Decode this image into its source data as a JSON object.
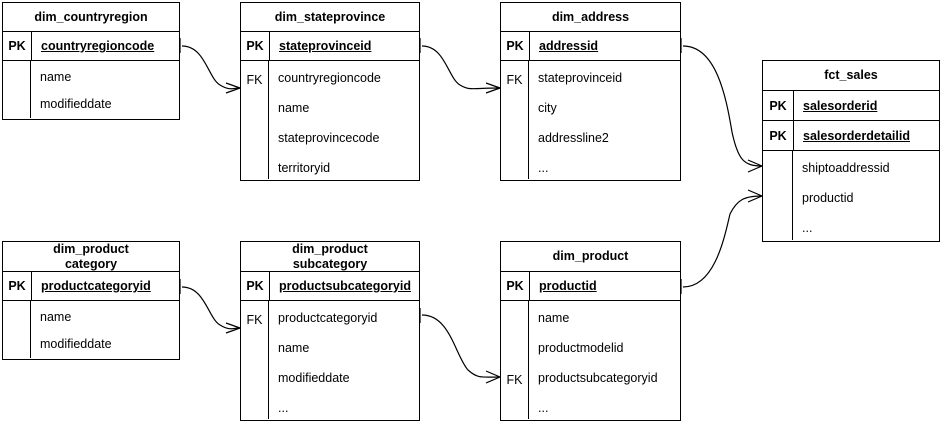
{
  "diagram": {
    "type": "entity-relationship-diagram",
    "notation": "crow-foot",
    "background_color": "#ffffff",
    "line_color": "#000000",
    "text_color": "#000000"
  },
  "entities": [
    {
      "id": "dim_countryregion",
      "title_lines": [
        "dim_countryregion"
      ],
      "key_rows": [
        {
          "key": "PK",
          "attribute": "countryregioncode"
        }
      ],
      "body_rows": [
        {
          "key": "",
          "attribute": "name"
        },
        {
          "key": "",
          "attribute": "modifieddate"
        }
      ]
    },
    {
      "id": "dim_stateprovince",
      "title_lines": [
        "dim_stateprovince"
      ],
      "key_rows": [
        {
          "key": "PK",
          "attribute": "stateprovinceid"
        }
      ],
      "body_rows": [
        {
          "key": "FK",
          "attribute": "countryregioncode"
        },
        {
          "key": "",
          "attribute": "name"
        },
        {
          "key": "",
          "attribute": "stateprovincecode"
        },
        {
          "key": "",
          "attribute": "territoryid"
        }
      ]
    },
    {
      "id": "dim_address",
      "title_lines": [
        "dim_address"
      ],
      "key_rows": [
        {
          "key": "PK",
          "attribute": "addressid"
        }
      ],
      "body_rows": [
        {
          "key": "FK",
          "attribute": "stateprovinceid"
        },
        {
          "key": "",
          "attribute": "city"
        },
        {
          "key": "",
          "attribute": "addressline2"
        },
        {
          "key": "",
          "attribute": "..."
        }
      ]
    },
    {
      "id": "fct_sales",
      "title_lines": [
        "fct_sales"
      ],
      "key_rows": [
        {
          "key": "PK",
          "attribute": "salesorderid"
        },
        {
          "key": "PK",
          "attribute": "salesorderdetailid"
        }
      ],
      "body_rows": [
        {
          "key": "",
          "attribute": "shiptoaddressid"
        },
        {
          "key": "",
          "attribute": "productid"
        },
        {
          "key": "",
          "attribute": "..."
        }
      ]
    },
    {
      "id": "dim_productcategory",
      "title_lines": [
        "dim_product",
        "category"
      ],
      "key_rows": [
        {
          "key": "PK",
          "attribute": "productcategoryid"
        }
      ],
      "body_rows": [
        {
          "key": "",
          "attribute": "name"
        },
        {
          "key": "",
          "attribute": "modifieddate"
        }
      ]
    },
    {
      "id": "dim_productsubcategory",
      "title_lines": [
        "dim_product",
        "subcategory"
      ],
      "key_rows": [
        {
          "key": "PK",
          "attribute": "productsubcategoryid"
        }
      ],
      "body_rows": [
        {
          "key": "FK",
          "attribute": "productcategoryid"
        },
        {
          "key": "",
          "attribute": "name"
        },
        {
          "key": "",
          "attribute": "modifieddate"
        },
        {
          "key": "",
          "attribute": "..."
        }
      ]
    },
    {
      "id": "dim_product",
      "title_lines": [
        "dim_product"
      ],
      "key_rows": [
        {
          "key": "PK",
          "attribute": "productid"
        }
      ],
      "body_rows": [
        {
          "key": "",
          "attribute": "name"
        },
        {
          "key": "",
          "attribute": "productmodelid"
        },
        {
          "key": "FK",
          "attribute": "productsubcategoryid"
        },
        {
          "key": "",
          "attribute": "..."
        }
      ]
    }
  ],
  "relationships": [
    {
      "from": "dim_countryregion.countryregioncode",
      "to": "dim_stateprovince.countryregioncode",
      "from_cardinality": "one",
      "to_cardinality": "many"
    },
    {
      "from": "dim_stateprovince.stateprovinceid",
      "to": "dim_address.stateprovinceid",
      "from_cardinality": "one",
      "to_cardinality": "many"
    },
    {
      "from": "dim_address.addressid",
      "to": "fct_sales.shiptoaddressid",
      "from_cardinality": "one",
      "to_cardinality": "many"
    },
    {
      "from": "dim_product.productid",
      "to": "fct_sales.productid",
      "from_cardinality": "one",
      "to_cardinality": "many"
    },
    {
      "from": "dim_productcategory.productcategoryid",
      "to": "dim_productsubcategory.productcategoryid",
      "from_cardinality": "one",
      "to_cardinality": "many"
    },
    {
      "from": "dim_productsubcategory.productcategoryid",
      "to": "dim_product.productsubcategoryid",
      "from_cardinality": "one",
      "to_cardinality": "many"
    }
  ]
}
